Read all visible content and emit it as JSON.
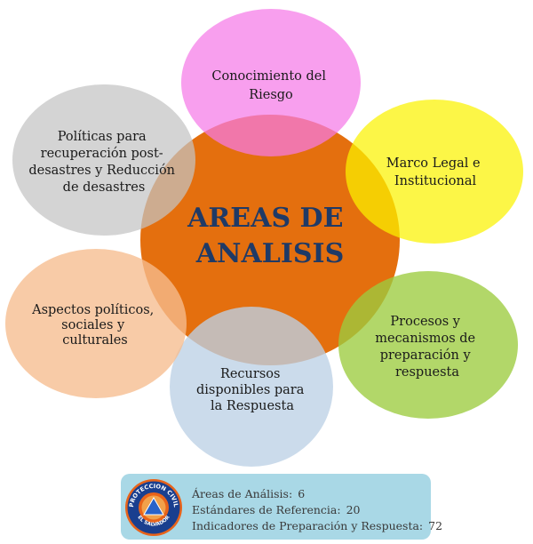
{
  "colors": {
    "center": "#e46f0e",
    "conocimiento": "#f57ae8",
    "marco": "#fbf200",
    "procesos": "#9ccc3f",
    "recursos": "#bcd1e6",
    "aspectos": "#f6bc8e",
    "politicas": "#c3c3c3",
    "center_text": "#1f3a66",
    "info_bg": "#a9d8e6"
  },
  "center": {
    "lines": [
      "AREAS DE",
      "ANALISIS"
    ]
  },
  "areas": [
    {
      "id": "conocimiento",
      "lines": [
        "Conocimiento del",
        "Riesgo"
      ]
    },
    {
      "id": "marco",
      "lines": [
        "Marco Legal e",
        "Institucional"
      ]
    },
    {
      "id": "procesos",
      "lines": [
        "Procesos y",
        "mecanismos de",
        "preparación y",
        "respuesta"
      ]
    },
    {
      "id": "recursos",
      "lines": [
        "Recursos",
        "disponibles para",
        "la Respuesta"
      ]
    },
    {
      "id": "aspectos",
      "lines": [
        "Aspectos políticos,",
        "sociales y",
        "culturales"
      ]
    },
    {
      "id": "politicas",
      "lines": [
        "Políticas para",
        "recuperación post-",
        "desastres y Reducción",
        "de desastres"
      ]
    }
  ],
  "logo": {
    "top_text": "PROTECCION CIVIL",
    "bottom_text": "EL SALVADOR"
  },
  "info": [
    {
      "label": "Áreas de Análisis:",
      "value": "6"
    },
    {
      "label": "Estándares de Referencia:",
      "value": "20"
    },
    {
      "label": "Indicadores de Preparación y Respuesta:",
      "value": "72"
    }
  ]
}
